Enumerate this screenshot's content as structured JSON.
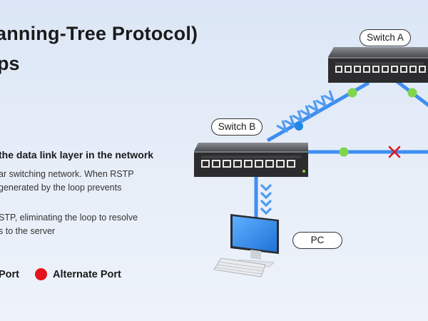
{
  "text": {
    "title_line1": "anning-Tree Protocol)",
    "title_line2": "ps",
    "heading": "the data link layer in the network",
    "para1_line1": "ar switching network. When RSTP",
    "para1_line2": "generated by the loop prevents",
    "para2_line1": "STP, eliminating the loop to resolve",
    "para2_line2": "s to the server",
    "legend_port_label": "Port",
    "legend_alternate_label": "Alternate Port"
  },
  "devices": {
    "switch_a_label": "Switch A",
    "switch_b_label": "Switch B",
    "pc_label": "PC"
  },
  "colors": {
    "link": "#3f8ef0",
    "forwarding_port": "#7fd64a",
    "blocked": "#e3141b",
    "switch_body": "#2c2c2e",
    "monitor": "#2f86e8"
  }
}
